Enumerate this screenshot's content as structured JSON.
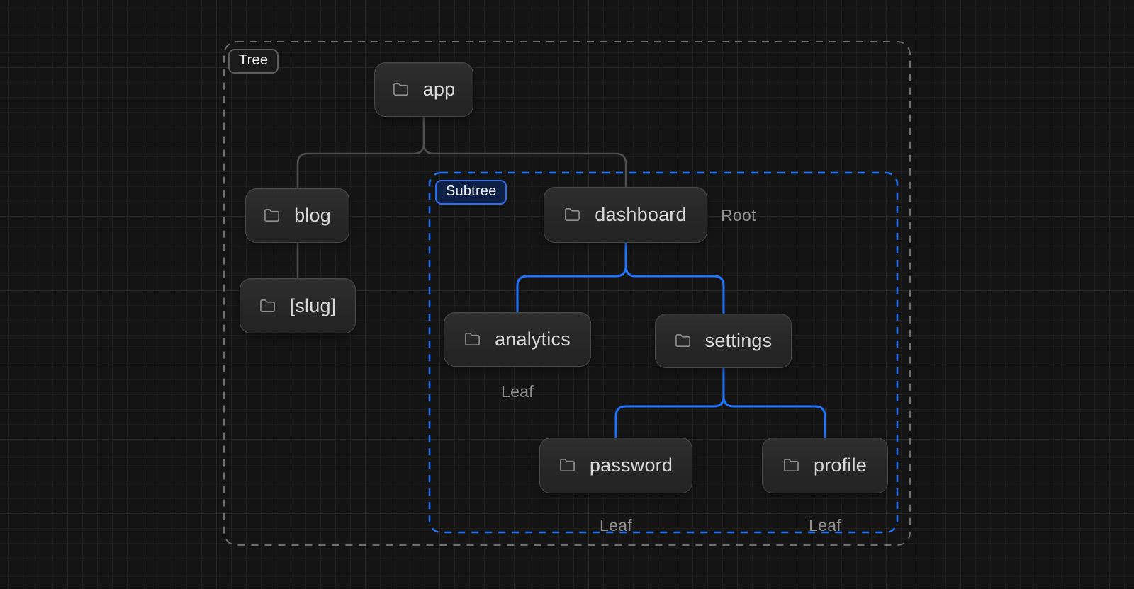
{
  "badges": {
    "tree": "Tree",
    "subtree": "Subtree"
  },
  "nodes": [
    {
      "id": "app",
      "label": "app"
    },
    {
      "id": "blog",
      "label": "blog"
    },
    {
      "id": "slug",
      "label": "[slug]"
    },
    {
      "id": "dashboard",
      "label": "dashboard",
      "annotation": "Root"
    },
    {
      "id": "analytics",
      "label": "analytics",
      "annotation": "Leaf"
    },
    {
      "id": "settings",
      "label": "settings"
    },
    {
      "id": "password",
      "label": "password",
      "annotation": "Leaf"
    },
    {
      "id": "profile",
      "label": "profile",
      "annotation": "Leaf"
    }
  ],
  "colors": {
    "accent_blue": "#2173fc",
    "edge_gray": "#4f4f4f",
    "group_border_gray": "#6e6e6e",
    "node_text": "#d9d9d9",
    "annotation_text": "#8f8f8f",
    "background": "#141414"
  }
}
